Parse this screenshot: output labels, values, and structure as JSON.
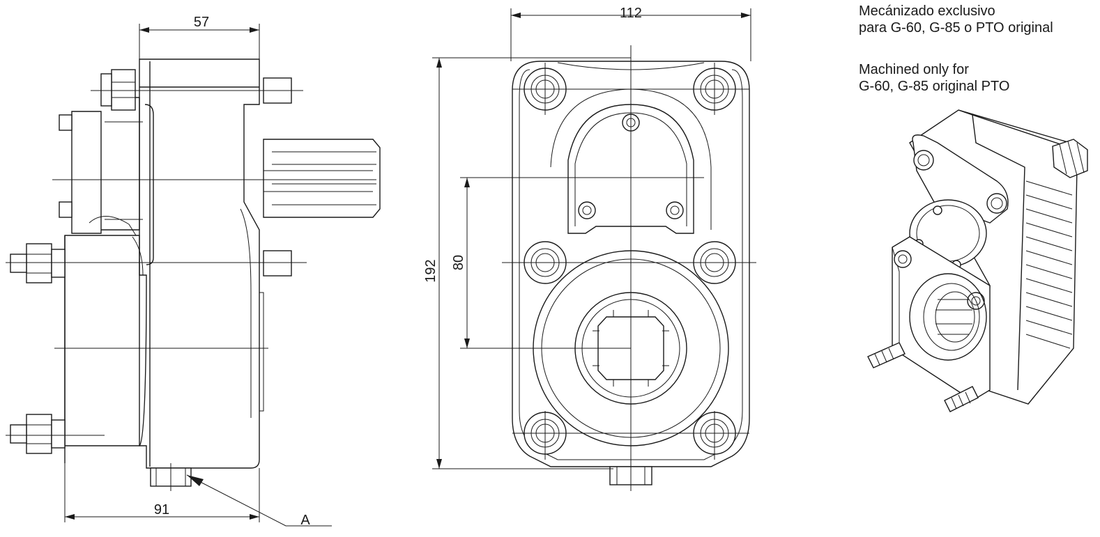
{
  "dimensions": {
    "side_top_width": "57",
    "side_bottom_width": "91",
    "front_width": "112",
    "front_height": "192",
    "front_inner": "80"
  },
  "callout": {
    "label": "A"
  },
  "notes": {
    "spanish_line1": "Mecánizado exclusivo",
    "spanish_line2": "para G-60, G-85 o PTO original",
    "english_line1": "Machined only for",
    "english_line2": "G-60, G-85 original PTO"
  }
}
